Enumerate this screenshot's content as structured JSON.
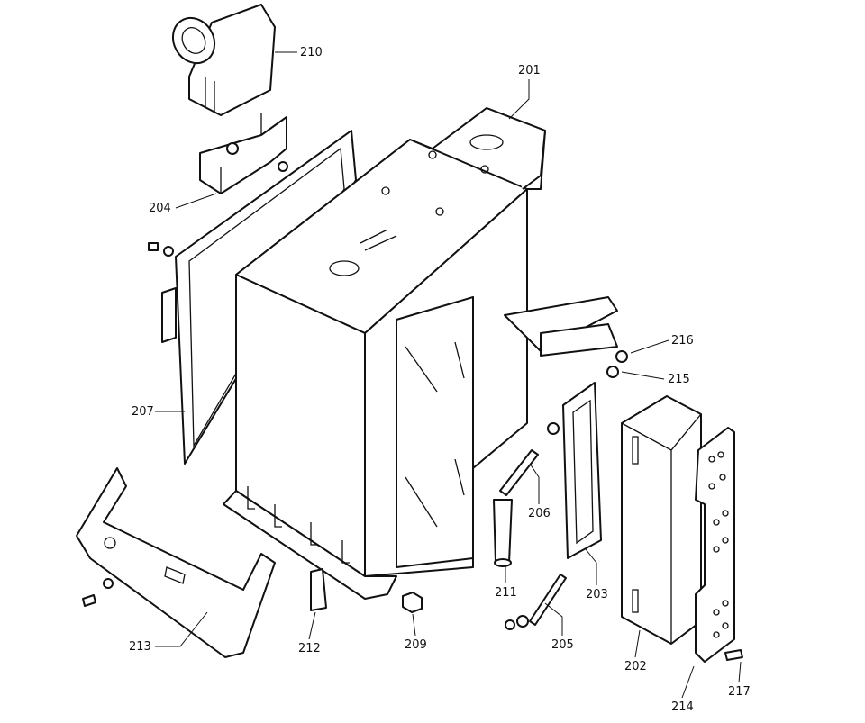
{
  "diagram": {
    "type": "exploded-parts-view",
    "callouts": [
      {
        "id": "210",
        "label": "210"
      },
      {
        "id": "201",
        "label": "201"
      },
      {
        "id": "204",
        "label": "204"
      },
      {
        "id": "207",
        "label": "207"
      },
      {
        "id": "216",
        "label": "216"
      },
      {
        "id": "215",
        "label": "215"
      },
      {
        "id": "206",
        "label": "206"
      },
      {
        "id": "211",
        "label": "211"
      },
      {
        "id": "203",
        "label": "203"
      },
      {
        "id": "205",
        "label": "205"
      },
      {
        "id": "202",
        "label": "202"
      },
      {
        "id": "214",
        "label": "214"
      },
      {
        "id": "217",
        "label": "217"
      },
      {
        "id": "213",
        "label": "213"
      },
      {
        "id": "212",
        "label": "212"
      },
      {
        "id": "209",
        "label": "209"
      }
    ]
  }
}
